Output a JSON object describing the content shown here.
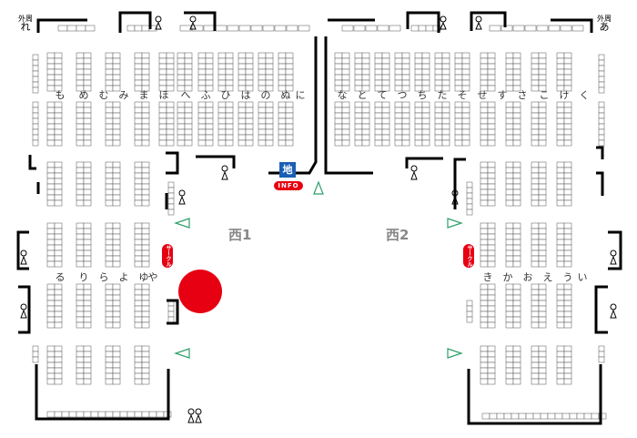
{
  "outer_left": {
    "top": "外周",
    "bottom": "れ"
  },
  "outer_right": {
    "top": "外周",
    "bottom": "あ"
  },
  "halls": {
    "west1": "西1",
    "west2": "西2"
  },
  "circle_label": "サークル",
  "info_label": "INFO",
  "chi_label": "地",
  "rows_top_left": [
    "も",
    "め",
    "む",
    "み",
    "ま",
    "ほ",
    "へ",
    "ふ",
    "ひ",
    "は",
    "の",
    "ぬ",
    "に"
  ],
  "rows_top_right": [
    "な",
    "と",
    "て",
    "つ",
    "ち",
    "た",
    "そ",
    "せ",
    "す",
    "さ",
    "こ",
    "け",
    "く"
  ],
  "rows_mid_left": [
    "る",
    "り",
    "ら",
    "よ",
    "ゆ",
    "や"
  ],
  "rows_mid_right": [
    "き",
    "か",
    "お",
    "え",
    "う",
    "い"
  ],
  "colors": {
    "wall": "#000000",
    "accent_red": "#e60012",
    "accent_blue": "#1a5fb4",
    "arrow_green": "#2e9e6a"
  }
}
